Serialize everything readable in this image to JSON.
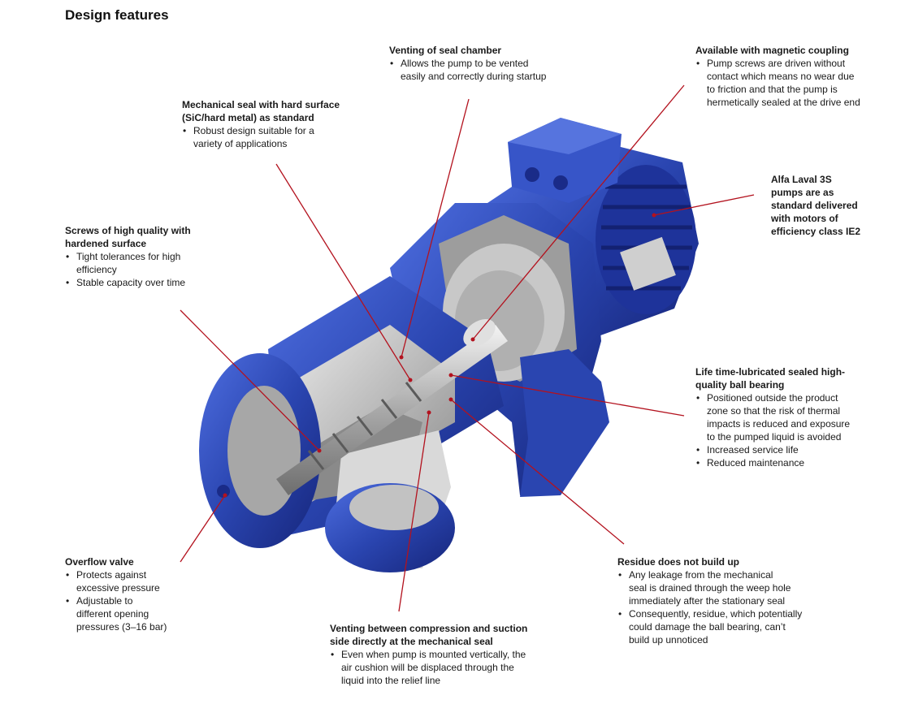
{
  "page": {
    "title": "Design features"
  },
  "accent_color": "#b3121e",
  "pump_color": "#2643a8",
  "callouts": [
    {
      "id": "venting-seal-chamber",
      "head": [
        "Venting of seal chamber"
      ],
      "bullets": [
        [
          "Allows the pump to be vented",
          "easily and correctly during startup"
        ]
      ]
    },
    {
      "id": "magnetic-coupling",
      "head": [
        "Available with magnetic coupling"
      ],
      "bullets": [
        [
          "Pump screws are driven without",
          "contact which means no wear due",
          "to friction and that the pump is",
          "hermetically sealed at the drive end"
        ]
      ]
    },
    {
      "id": "mechanical-seal",
      "head": [
        "Mechanical seal with hard surface",
        "(SiC/hard metal) as standard"
      ],
      "bullets": [
        [
          "Robust design suitable for a",
          "variety of applications"
        ]
      ]
    },
    {
      "id": "motor-ie2",
      "head": [
        "Alfa Laval 3S",
        "pumps are as",
        "standard delivered",
        "with motors of",
        "efficiency class IE2"
      ],
      "bullets": []
    },
    {
      "id": "screws-quality",
      "head": [
        "Screws of high quality with",
        "hardened surface"
      ],
      "bullets": [
        [
          "Tight tolerances for high",
          "efficiency"
        ],
        [
          "Stable capacity over time"
        ]
      ]
    },
    {
      "id": "ball-bearing",
      "head": [
        "Life time-lubricated sealed high-",
        "quality ball bearing"
      ],
      "bullets": [
        [
          "Positioned outside the product",
          "zone so that the risk of thermal",
          "impacts is reduced and exposure",
          "to the pumped liquid is avoided"
        ],
        [
          "Increased service life"
        ],
        [
          "Reduced maintenance"
        ]
      ]
    },
    {
      "id": "overflow-valve",
      "head": [
        "Overflow valve"
      ],
      "bullets": [
        [
          "Protects against",
          "excessive pressure"
        ],
        [
          "Adjustable to",
          "different opening",
          "pressures (3–16 bar)"
        ]
      ]
    },
    {
      "id": "residue",
      "head": [
        "Residue does not build up"
      ],
      "bullets": [
        [
          "Any leakage from the mechanical",
          "seal is drained through the weep hole",
          "immediately after the stationary seal"
        ],
        [
          "Consequently, residue, which potentially",
          "could damage the ball bearing, can’t",
          "build up unnoticed"
        ]
      ]
    },
    {
      "id": "venting-compression",
      "head": [
        "Venting between compression and suction",
        "side directly at the mechanical seal"
      ],
      "bullets": [
        [
          "Even when pump is mounted vertically, the",
          "air cushion will be displaced  through the",
          "liquid into the relief line"
        ]
      ]
    }
  ]
}
